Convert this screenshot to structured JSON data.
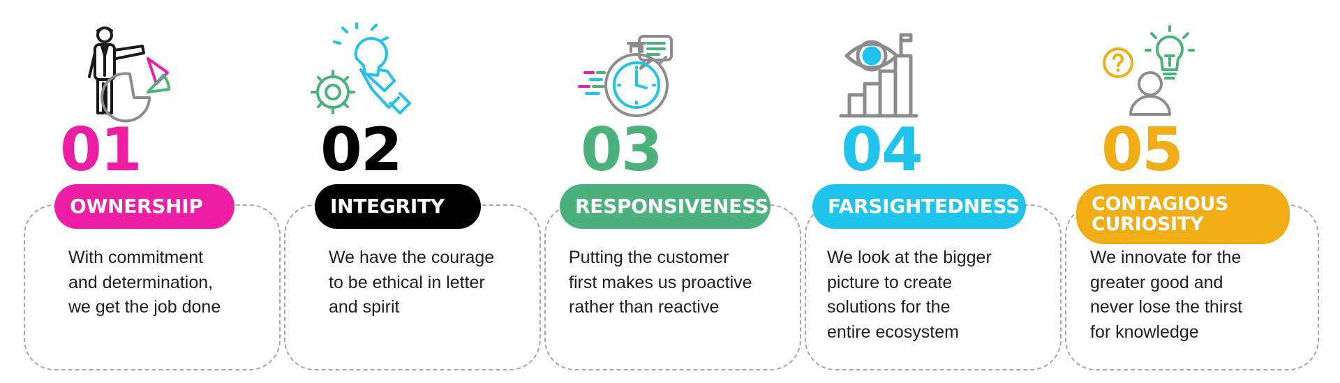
{
  "values": [
    {
      "number": "01",
      "title": "OWNERSHIP",
      "description": "With commitment\nand determination,\nwe get the job done",
      "color": "#ee1ea4",
      "icon": "presenter-pie-chart-icon"
    },
    {
      "number": "02",
      "title": "INTEGRITY",
      "description": "We have the courage\nto be ethical in letter\nand spirit",
      "color": "#000000",
      "icon": "hand-lightbulb-gear-icon"
    },
    {
      "number": "03",
      "title": "RESPONSIVENESS",
      "description": "Putting the customer\nfirst makes us proactive\nrather than reactive",
      "color": "#4cb27d",
      "icon": "stopwatch-chat-icon"
    },
    {
      "number": "04",
      "title": "FARSIGHTEDNESS",
      "description": "We look at the bigger\npicture to create\nsolutions for the\nentire ecosystem",
      "color": "#1ec4ec",
      "icon": "eye-growth-chart-icon"
    },
    {
      "number": "05",
      "title": "CONTAGIOUS\nCURIOSITY",
      "description": "We innovate for the\ngreater good and\nnever lose the thirst\nfor knowledge",
      "color": "#f0ad14",
      "icon": "person-question-lightbulb-icon"
    }
  ]
}
